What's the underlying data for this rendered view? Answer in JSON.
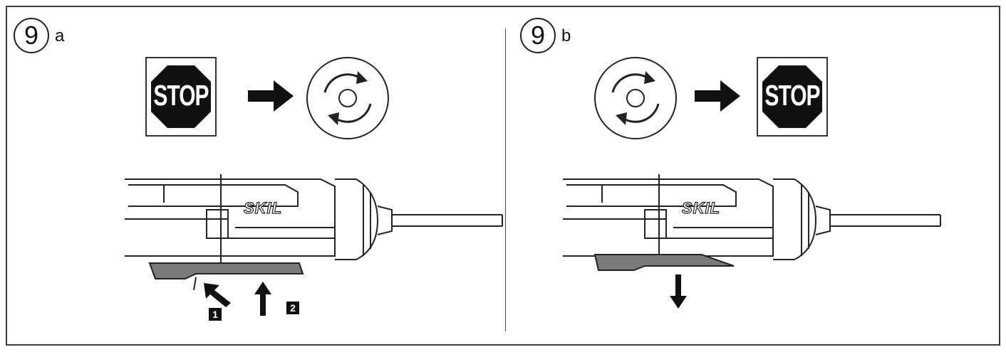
{
  "panels": [
    {
      "number": "9",
      "letter": "a",
      "sequence": [
        "stop",
        "rotation"
      ],
      "stop_text": "STOP",
      "brand": "SKIL",
      "lever": "up",
      "steps": [
        "1",
        "2"
      ]
    },
    {
      "number": "9",
      "letter": "b",
      "sequence": [
        "rotation",
        "stop"
      ],
      "stop_text": "STOP",
      "brand": "SKIL",
      "lever": "down",
      "steps": []
    }
  ],
  "icons": {
    "stop": "stop-sign-icon",
    "rotation": "rotation-icon",
    "arrow": "right-arrow-icon",
    "tool": "cordless-screwdriver-icon"
  },
  "colors": {
    "line": "#222222",
    "stop_fill": "#111111",
    "lever_fill": "#7a7a7a"
  }
}
